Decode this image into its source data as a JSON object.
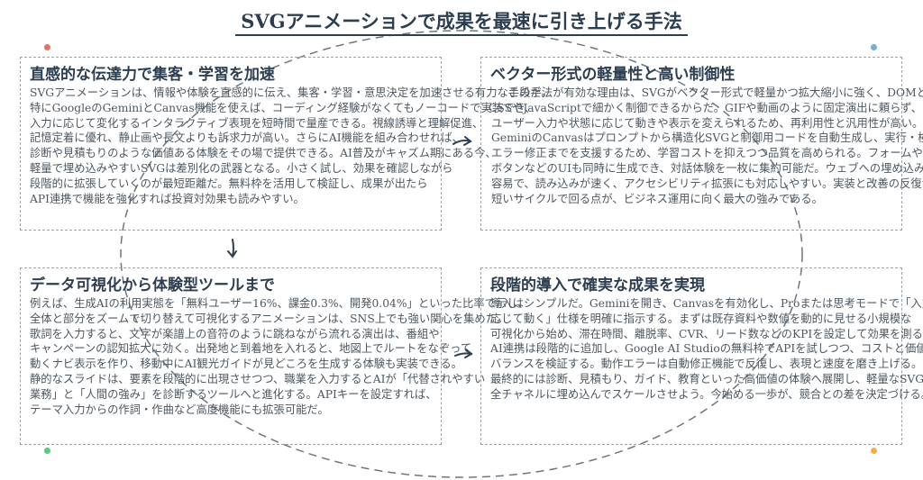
{
  "title": "SVGアニメーションで成果を最速に引き上げる手法",
  "colors": {
    "ink": "#2d3e50",
    "dot_tl": "#e8705f",
    "dot_tr": "#6fb0dc",
    "dot_bl": "#5cc87a",
    "dot_br": "#f0ad4e"
  },
  "panels": [
    {
      "heading": "直感的な伝達力で集客・学習を加速",
      "lines": [
        "SVGアニメーションは、情報や体験を直感的に伝え、集客・学習・意思決定を加速させる有力な手段だ。",
        "特にGoogleのGeminiとCanvas機能を使えば、コーディング経験がなくてもノーコードで実装でき、",
        "入力に応じて変化するインタラクティブ表現を短時間で量産できる。視線誘導と理解促進、",
        "記憶定着に優れ、静止画や長文よりも訴求力が高い。さらにAI機能を組み合わせれば、",
        "診断や見積もりのような価値ある体験をその場で提供できる。AI普及がキャズム期にある今、",
        "軽量で埋め込みやすいSVGは差別化の武器となる。小さく試し、効果を確認しながら",
        "段階的に拡張していくのが最短距離だ。無料枠を活用して検証し、成果が出たら",
        "API連携で機能を強化すれば投資対効果も読みやすい。"
      ]
    },
    {
      "heading": "ベクター形式の軽量性と高い制御性",
      "lines": [
        "この手法が有効な理由は、SVGがベクター形式で軽量かつ拡大縮小に強く、DOMとして",
        "CSSやJavaScriptで細かく制御できるからだ。GIFや動画のように固定演出に頼らず、",
        "ユーザー入力や状態に応じて動きや表示を変えられるため、再利用性と汎用性が高い。",
        "GeminiのCanvasはプロンプトから構造化SVGと制御用コードを自動生成し、実行・検証・",
        "エラー修正までを支援するため、学習コストを抑えつつ品質を高められる。フォームや",
        "ボタンなどのUIも同時に生成でき、対話体験を一枚に集約可能だ。ウェブへの埋め込みも",
        "容易で、読み込みが速く、アクセシビリティ拡張にも対応しやすい。実装と改善の反復が",
        "短いサイクルで回る点が、ビジネス運用に向く最大の強みである。"
      ]
    },
    {
      "heading": "データ可視化から体験型ツールまで",
      "lines": [
        "例えば、生成AIの利用実態を「無料ユーザー16%、課金0.3%、開発0.04%」といった比率で示し、",
        "全体と部分をズームで切り替えて可視化するアニメーションは、SNS上でも強い関心を集めた。",
        "歌詞を入力すると、文字が楽譜上の音符のように跳ねながら流れる演出は、番組や",
        "キャンペーンの認知拡大に効く。出発地と到着地を入れると、地図上でルートをなぞって",
        "動くナビ表示を作り、移動中にAI観光ガイドが見どころを生成する体験も実装できる。",
        "静的なスライドは、要素を段階的に出現させつつ、職業を入力するとAIが「代替されやすい",
        "業務」と「人間の強み」を診断するツールへと進化する。APIキーを設定すれば、",
        "テーマ入力からの作詞・作曲など高度機能にも拡張可能だ。"
      ]
    },
    {
      "heading": "段階的導入で確実な成果を実現",
      "lines": [
        "導入はシンプルだ。Geminiを開き、Canvasを有効化し、Proまたは思考モードで「入力に",
        "応じて動く」仕様を明確に指示する。まずは既存資料や数値を動的に見せる小規模な",
        "可視化から始め、滞在時間、離脱率、CVR、リード数などのKPIを設定して効果を測る。",
        "AI連携は段階的に追加し、Google AI Studioの無料枠でAPIを試しつつ、コストと価値の",
        "バランスを検証する。動作エラーは自動修正機能で反復し、表現と速度を磨き上げる。",
        "最終的には診断、見積もり、ガイド、教育といった高価値の体験へ展開し、軽量なSVGを",
        "全チャネルに埋め込んでスケールさせよう。今始める一歩が、競合との差を決定づける。"
      ]
    }
  ]
}
